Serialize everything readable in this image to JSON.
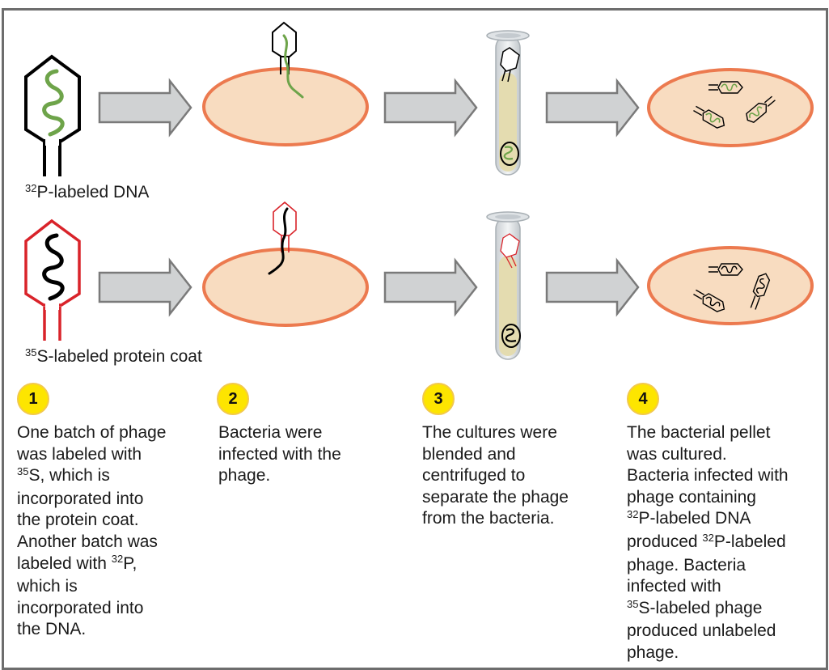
{
  "figure": {
    "rows": [
      {
        "label": {
          "sup": "32",
          "text": "P-labeled DNA"
        },
        "coat_color": "#000000",
        "dna_color": "#6ea44a"
      },
      {
        "label": {
          "sup": "35",
          "text": "S-labeled protein coat"
        },
        "coat_color": "#d9232a",
        "dna_color": "#000000"
      }
    ],
    "colors": {
      "bacterium_fill": "#f8dcc0",
      "bacterium_stroke": "#ec7a4f",
      "arrow_fill": "#d0d2d3",
      "arrow_stroke": "#7a7a7a",
      "badge_fill": "#fde500",
      "tube_liquid": "#e4dcb0",
      "frame_border": "#6d6d6d"
    }
  },
  "steps": [
    {
      "number": "1",
      "lines": [
        [
          "One batch of phage"
        ],
        [
          "was labeled with"
        ],
        [
          {
            "sup": "35"
          },
          "S, which is"
        ],
        [
          "incorporated into"
        ],
        [
          "the protein coat."
        ],
        [
          "Another batch was"
        ],
        [
          "labeled with ",
          {
            "sup": "32"
          },
          "P,"
        ],
        [
          "which is"
        ],
        [
          "incorporated into"
        ],
        [
          "the DNA."
        ]
      ]
    },
    {
      "number": "2",
      "lines": [
        [
          "Bacteria were"
        ],
        [
          "infected with the"
        ],
        [
          "phage."
        ]
      ]
    },
    {
      "number": "3",
      "lines": [
        [
          "The cultures were"
        ],
        [
          "blended and"
        ],
        [
          "centrifuged to"
        ],
        [
          "separate the phage"
        ],
        [
          "from the bacteria."
        ]
      ]
    },
    {
      "number": "4",
      "lines": [
        [
          "The bacterial pellet"
        ],
        [
          "was cultured."
        ],
        [
          "Bacteria infected with"
        ],
        [
          "phage containing"
        ],
        [
          {
            "sup": "32"
          },
          "P-labeled DNA"
        ],
        [
          "produced ",
          {
            "sup": "32"
          },
          "P-labeled"
        ],
        [
          "phage. Bacteria"
        ],
        [
          "infected with"
        ],
        [
          {
            "sup": "35"
          },
          "S-labeled phage"
        ],
        [
          "produced unlabeled"
        ],
        [
          "phage."
        ]
      ]
    }
  ]
}
